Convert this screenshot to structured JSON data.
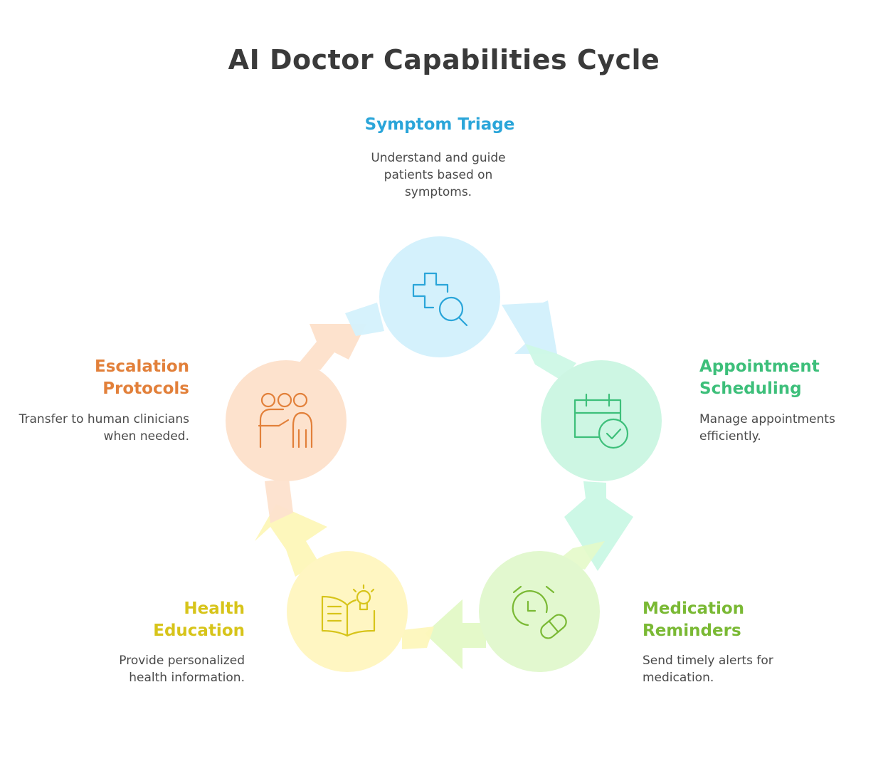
{
  "title": "AI Doctor Capabilities Cycle",
  "steps": [
    {
      "title": "Symptom Triage",
      "description": "Understand and guide patients based on symptoms.",
      "icon": "medical-search-icon",
      "color": "#2aa5d9",
      "fill": "#d4f1fc",
      "arrow_fill": "#d4f1fc"
    },
    {
      "title": "Appointment Scheduling",
      "description": "Manage appointments efficiently.",
      "icon": "calendar-check-icon",
      "color": "#3dbf7a",
      "fill": "#cdf6e3",
      "arrow_fill": "#cdf8e6"
    },
    {
      "title": "Medication Reminders",
      "description": "Send timely alerts for medication.",
      "icon": "alarm-pill-icon",
      "color": "#7ab934",
      "fill": "#e2f8cf",
      "arrow_fill": "#e4f9c9"
    },
    {
      "title": "Health Education",
      "description": "Provide personalized health information.",
      "icon": "book-lightbulb-icon",
      "color": "#d7c41a",
      "fill": "#fff6c2",
      "arrow_fill": "#fdf7bc"
    },
    {
      "title": "Escalation Protocols",
      "description": "Transfer to human clinicians when needed.",
      "icon": "presenter-escalation-icon",
      "color": "#e2803a",
      "fill": "#fde2cd",
      "arrow_fill": "#fde2cd"
    }
  ]
}
